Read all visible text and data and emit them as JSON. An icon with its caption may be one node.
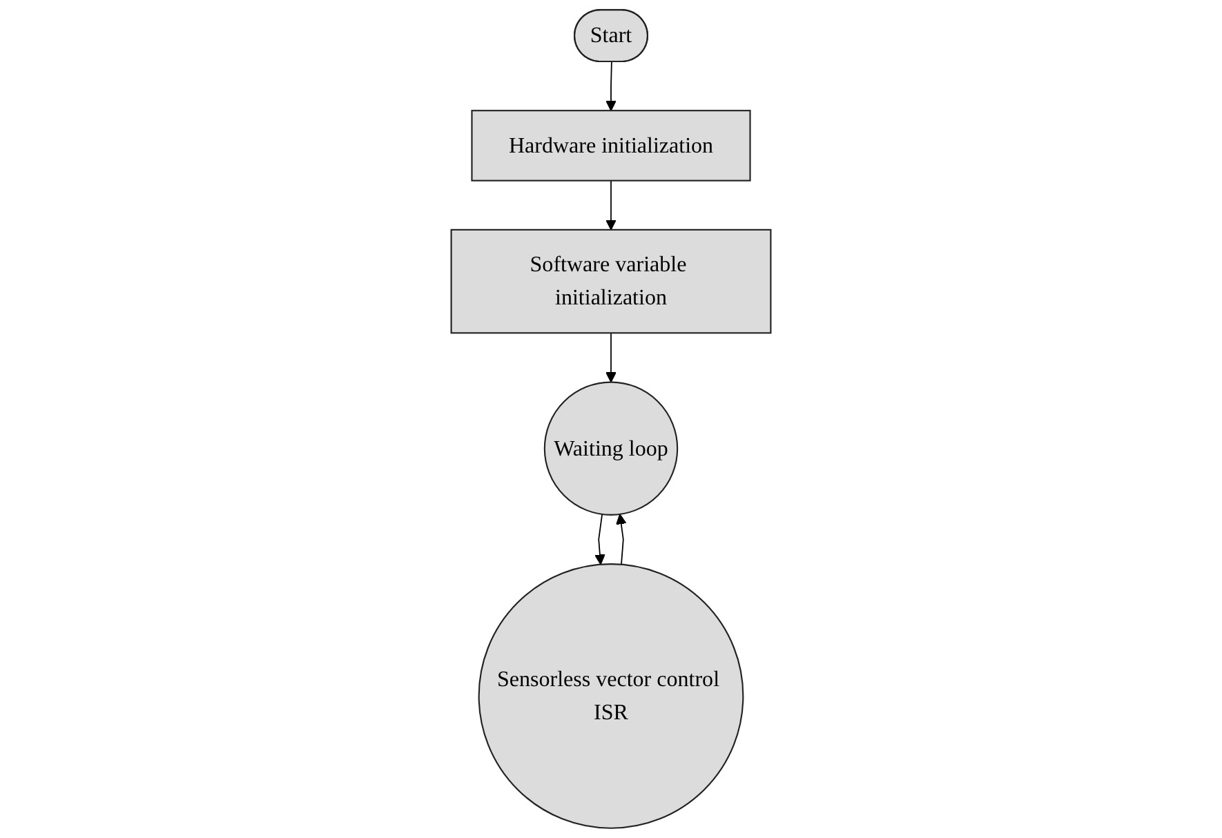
{
  "diagram": {
    "nodes": [
      {
        "text": [
          "Start"
        ]
      },
      {
        "text": [
          "Hardware initialization"
        ]
      },
      {
        "text": [
          "Software variable initialization"
        ]
      },
      {
        "text": [
          "Waiting loop"
        ]
      },
      {
        "text": [
          "Sensorless vector control ISR"
        ]
      }
    ],
    "edges": [
      {
        "from": 0,
        "to": 1,
        "arrow": "to"
      },
      {
        "from": 1,
        "to": 2,
        "arrow": "to"
      },
      {
        "from": 2,
        "to": 3,
        "arrow": "to"
      },
      {
        "from": 3,
        "to": 4,
        "arrow": "to"
      },
      {
        "from": 4,
        "to": 3,
        "arrow": "to"
      }
    ]
  }
}
